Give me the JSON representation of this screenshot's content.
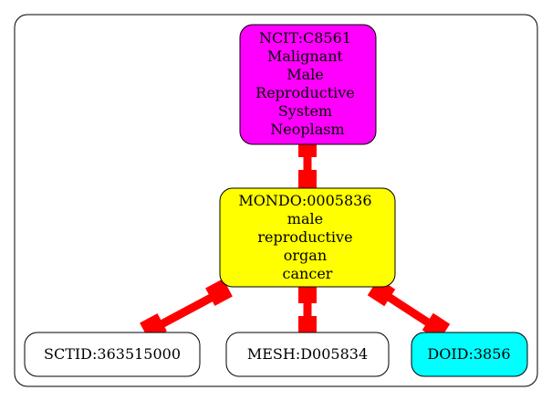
{
  "colors": {
    "edge": "#ff0000",
    "cluster_border": "#000000",
    "node_border": "#000000"
  },
  "nodes": [
    {
      "id": "ncit",
      "lines": [
        "NCIT:C8561",
        "Malignant",
        "Male",
        "Reproductive",
        "System",
        "Neoplasm"
      ],
      "fill": "#ff00ff"
    },
    {
      "id": "mondo",
      "lines": [
        "MONDO:0005836",
        "male",
        "reproductive",
        "organ",
        "cancer"
      ],
      "fill": "#ffff00"
    },
    {
      "id": "sctid",
      "lines": [
        "SCTID:363515000"
      ],
      "fill": "#ffffff"
    },
    {
      "id": "mesh",
      "lines": [
        "MESH:D005834"
      ],
      "fill": "#ffffff"
    },
    {
      "id": "doid",
      "lines": [
        "DOID:3856"
      ],
      "fill": "#00ffff"
    }
  ],
  "edges": [
    {
      "from": "ncit",
      "to": "mondo"
    },
    {
      "from": "mondo",
      "to": "sctid"
    },
    {
      "from": "mondo",
      "to": "mesh"
    },
    {
      "from": "mondo",
      "to": "doid"
    }
  ]
}
